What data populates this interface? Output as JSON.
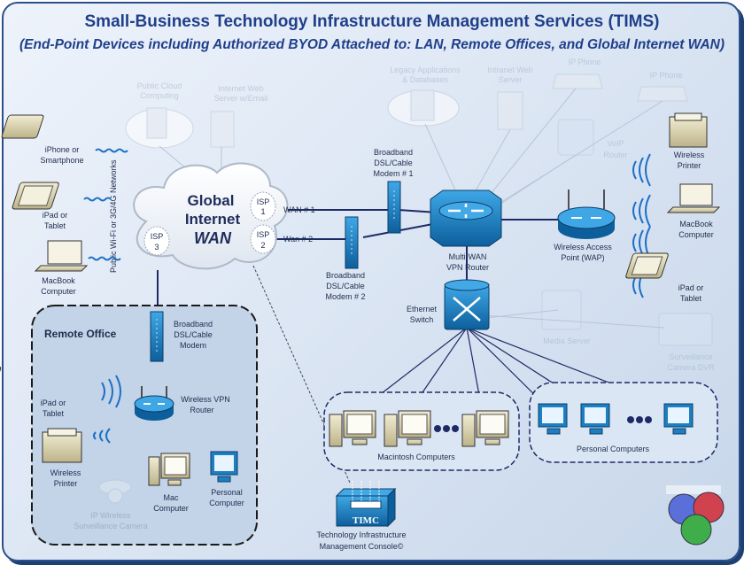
{
  "header": {
    "title": "Small-Business Technology Infrastructure Management Services (TIMS)",
    "subtitle": "(End-Point Devices including Authorized BYOD Attached to: LAN, Remote Offices, and Global Internet WAN)"
  },
  "cloud": {
    "line1": "Global",
    "line2": "Internet",
    "line3": "WAN",
    "isp1_a": "ISP",
    "isp1_b": "1",
    "isp2_a": "ISP",
    "isp2_b": "2",
    "isp3_a": "ISP",
    "isp3_b": "3",
    "wifi_networks": "Public Wi-Fi or 3G/4G Networks"
  },
  "faded_services": {
    "public_cloud_1": "Public Cloud",
    "public_cloud_2": "Computing",
    "web_server_1": "Internet Web",
    "web_server_2": "Server w/Email",
    "legacy_1": "Legacy Applications",
    "legacy_2": "& Databases",
    "intranet_1": "Intranet Web",
    "intranet_2": "Server",
    "ip_phone_1": "IP Phone",
    "ip_phone_2": "IP Phone",
    "voip_1": "VoIP",
    "voip_2": "Router",
    "media_server": "Media Server",
    "surv_1": "Surveillance",
    "surv_2": "Camera DVR"
  },
  "left_devices": {
    "iphone_1": "iPhone or",
    "iphone_2": "Smartphone",
    "ipad_1": "iPad or",
    "ipad_2": "Tablet",
    "macbook_1": "MacBook",
    "macbook_2": "Computer"
  },
  "wan_links": {
    "wan1": "WAN # 1",
    "wan2": "Wan # 2",
    "modem1_1": "Broadband",
    "modem1_2": "DSL/Cable",
    "modem1_3": "Modem # 1",
    "modem2_1": "Broadband",
    "modem2_2": "DSL/Cable",
    "modem2_3": "Modem # 2"
  },
  "core": {
    "router_1": "Multi-WAN",
    "router_2": "VPN Router",
    "switch_1": "Ethernet",
    "switch_2": "Switch",
    "wap_1": "Wireless Access",
    "wap_2": "Point (WAP)"
  },
  "right_devices": {
    "printer_1": "Wireless",
    "printer_2": "Printer",
    "macbook_1": "MacBook",
    "macbook_2": "Computer",
    "ipad_1": "iPad or",
    "ipad_2": "Tablet"
  },
  "groups": {
    "mac": "Macintosh Computers",
    "pc": "Personal Computers"
  },
  "remote": {
    "title": "Remote Office",
    "modem_1": "Broadband",
    "modem_2": "DSL/Cable",
    "modem_3": "Modem",
    "router_1": "Wireless VPN",
    "router_2": "Router",
    "ipad_1": "iPad or",
    "ipad_2": "Tablet",
    "printer_1": "Wireless",
    "printer_2": "Printer",
    "mac_1": "Mac",
    "mac_2": "Computer",
    "pc_1": "Personal",
    "pc_2": "Computer",
    "cam_1": "IP Wireless",
    "cam_2": "Surveillance Camera"
  },
  "console": {
    "badge": "TIMC",
    "line1": "Technology Infrastructure",
    "line2": "Management Console©"
  },
  "colors": {
    "accent": "#1f3f8a",
    "link": "#1e2a66",
    "device_blue": "#1b7fc2",
    "faded": "#9fb0c8"
  }
}
